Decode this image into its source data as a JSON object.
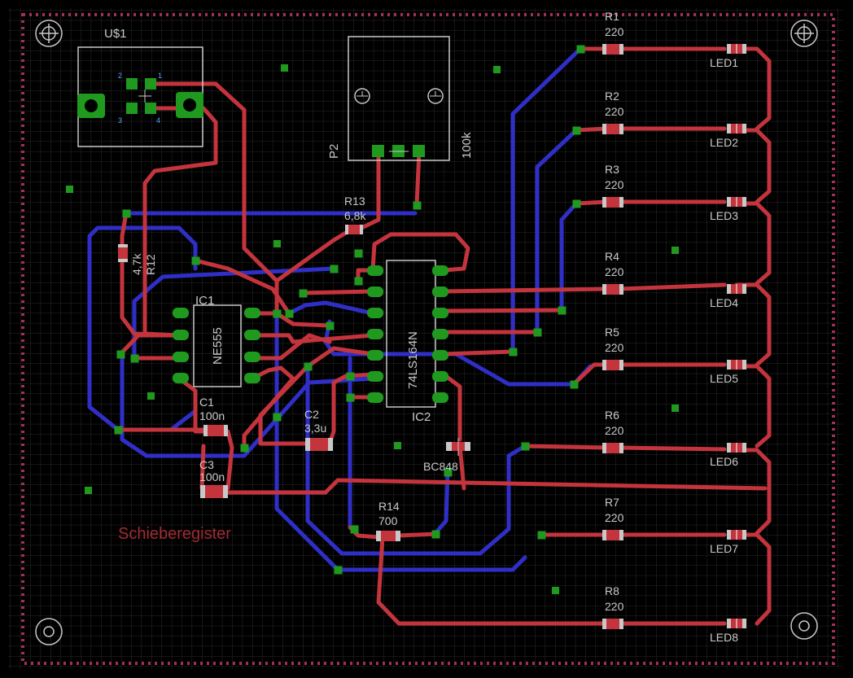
{
  "board": {
    "title": "Schieberegister",
    "colors": {
      "background": "#000000",
      "grid": "#2a2a2a",
      "top_layer": "#c4343d",
      "bottom_layer": "#2f2fc8",
      "pads": "#1f9a1f",
      "silkscreen": "#c8c8c8",
      "border": "#a0305a"
    }
  },
  "components": {
    "usb": {
      "name": "U$1",
      "pins": [
        "1",
        "2",
        "3",
        "4"
      ]
    },
    "pot": {
      "name": "P2",
      "value": "100k"
    },
    "ic1": {
      "name": "IC1",
      "value": "NE555"
    },
    "ic2": {
      "name": "IC2",
      "value": "74LS164N"
    },
    "r12": {
      "name": "R12",
      "value": "4,7k"
    },
    "r13": {
      "name": "R13",
      "value": "6,8k"
    },
    "r14": {
      "name": "R14",
      "value": "700"
    },
    "c1": {
      "name": "C1",
      "value": "100n"
    },
    "c2": {
      "name": "C2",
      "value": "3,3u"
    },
    "c3": {
      "name": "C3",
      "value": "100n"
    },
    "transistor": {
      "value": "BC848"
    },
    "resistors": [
      {
        "name": "R1",
        "value": "220"
      },
      {
        "name": "R2",
        "value": "220"
      },
      {
        "name": "R3",
        "value": "220"
      },
      {
        "name": "R4",
        "value": "220"
      },
      {
        "name": "R5",
        "value": "220"
      },
      {
        "name": "R6",
        "value": "220"
      },
      {
        "name": "R7",
        "value": "220"
      },
      {
        "name": "R8",
        "value": "220"
      }
    ],
    "leds": [
      "LED1",
      "LED2",
      "LED3",
      "LED4",
      "LED5",
      "LED6",
      "LED7",
      "LED8"
    ]
  }
}
